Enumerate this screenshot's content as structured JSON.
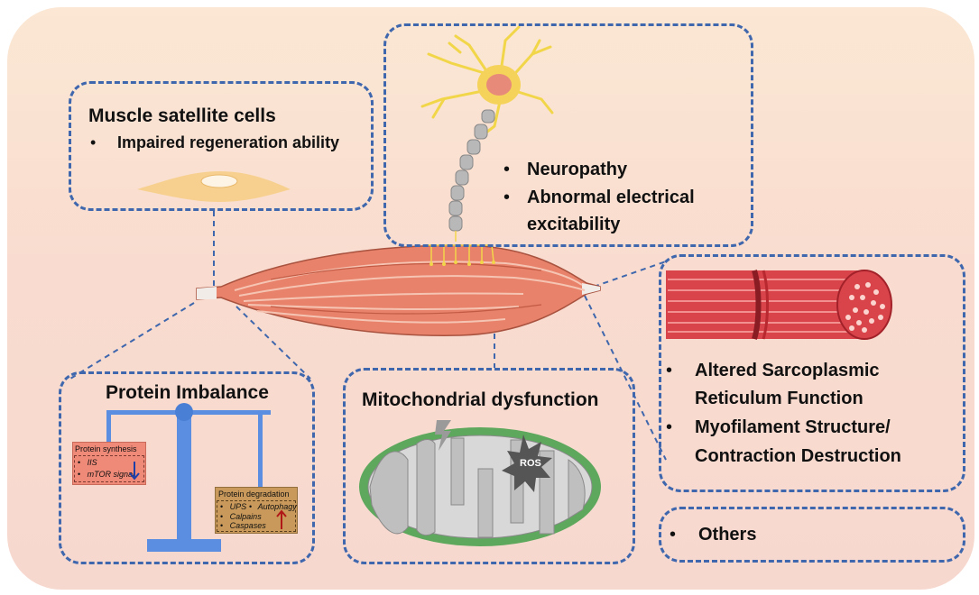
{
  "satellite": {
    "title": "Muscle satellite cells",
    "bullet": "Impaired regeneration ability"
  },
  "neuron": {
    "bullets": [
      "Neuropathy",
      "Abnormal electrical",
      "excitability"
    ]
  },
  "sarcoplasmic": {
    "bullets": [
      "Altered Sarcoplasmic",
      "Reticulum Function",
      "Myofilament Structure/",
      "Contraction Destruction"
    ]
  },
  "protein": {
    "title": "Protein Imbalance",
    "synthesis": {
      "label": "Protein synthesis",
      "items": [
        "IIS",
        "mTOR signal"
      ],
      "arrow": "down"
    },
    "degradation": {
      "label": "Protein degradation",
      "items": [
        "UPS",
        "Autophagy",
        "Calpains",
        "Caspases"
      ],
      "arrow": "up"
    }
  },
  "mito": {
    "title": "Mitochondrial dysfunction",
    "ros_label": "ROS"
  },
  "others": {
    "label": "Others"
  },
  "bullet_symbol": "•",
  "colors": {
    "dashed_border": "#3f67ad",
    "background": "#fbe3d3",
    "muscle": "#e8826a",
    "synthesis_box": "#f08a78",
    "degradation_box": "#c8995a",
    "scale": "#5b8ee0",
    "mito_outer": "#5da85d",
    "ros_star": "#555555"
  }
}
